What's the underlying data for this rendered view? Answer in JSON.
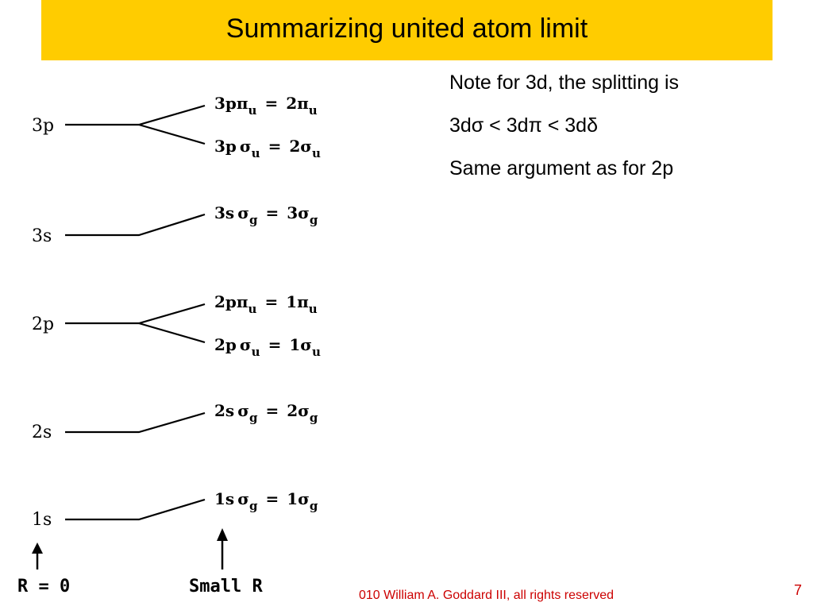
{
  "slide": {
    "title": "Summarizing united atom limit",
    "notes": [
      "Note for 3d, the splitting is",
      "3dσ < 3dπ < 3dδ",
      "Same argument as for 2p"
    ],
    "footer": "010 William A. Goddard III, all rights reserved",
    "page_number": "7"
  },
  "diagram": {
    "levels": [
      {
        "atomic": "3p",
        "branches": [
          {
            "pre": "3p",
            "sym": "π",
            "sub": "u",
            "eq": "=",
            "num": "2",
            "sym2": "π",
            "sub2": "u"
          },
          {
            "pre": "3p",
            "sym": "σ",
            "sub": "u",
            "eq": "=",
            "num": "2",
            "sym2": "σ",
            "sub2": "u"
          }
        ]
      },
      {
        "atomic": "3s",
        "branches": [
          {
            "pre": "3s",
            "sym": "σ",
            "sub": "g",
            "eq": "=",
            "num": "3",
            "sym2": "σ",
            "sub2": "g"
          }
        ]
      },
      {
        "atomic": "2p",
        "branches": [
          {
            "pre": "2p",
            "sym": "π",
            "sub": "u",
            "eq": "=",
            "num": "1",
            "sym2": "π",
            "sub2": "u"
          },
          {
            "pre": "2p",
            "sym": "σ",
            "sub": "u",
            "eq": "=",
            "num": "1",
            "sym2": "σ",
            "sub2": "u"
          }
        ]
      },
      {
        "atomic": "2s",
        "branches": [
          {
            "pre": "2s",
            "sym": "σ",
            "sub": "g",
            "eq": "=",
            "num": "2",
            "sym2": "σ",
            "sub2": "g"
          }
        ]
      },
      {
        "atomic": "1s",
        "branches": [
          {
            "pre": "1s",
            "sym": "σ",
            "sub": "g",
            "eq": "=",
            "num": "1",
            "sym2": "σ",
            "sub2": "g"
          }
        ]
      }
    ],
    "left_axis_label": "R = 0",
    "right_axis_label": "Small R"
  }
}
